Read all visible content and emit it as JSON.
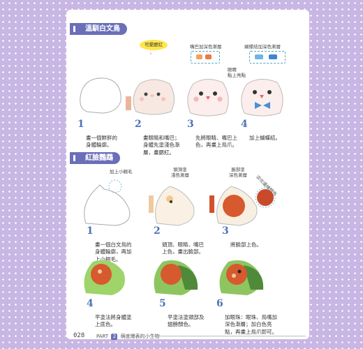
{
  "section1": {
    "title": "溫馴白文鳥",
    "bubble": "可愛腮紅",
    "callout_beak": "嘴巴加深色漸層",
    "callout_bow": "蝴蝶結加深色漸層",
    "callout_eye": "眼睛\n點上亮點",
    "steps": [
      {
        "num": "1",
        "text": "畫一個鮮胖的\n身體輪廓。"
      },
      {
        "num": "2",
        "text": "畫眼睛和嘴巴；\n身體先塗淺色漸\n層，畫腮紅。"
      },
      {
        "num": "3",
        "text": "先將眼睛、嘴巴上\n色，再畫上鳥爪。"
      },
      {
        "num": "4",
        "text": "加上蝴蝶結。"
      }
    ]
  },
  "section2": {
    "title": "紅臉鸚鵡",
    "callout_feather": "加上小翹毛",
    "callout_head": "頭頂塗\n淺色漸層",
    "callout_face": "臉部塗\n深色漸層",
    "callout_fade": "淡化邊緣顏色",
    "steps": [
      {
        "num": "1",
        "text": "畫一個白文鳥的\n身體輪廓，再加\n上小翹毛。"
      },
      {
        "num": "2",
        "text": "頭頂、眼睛、嘴巴\n上色，畫出臉部。"
      },
      {
        "num": "3",
        "text": "將臉部上色。"
      },
      {
        "num": "4",
        "text": "平塗法將身體塗\n上底色。"
      },
      {
        "num": "5",
        "text": "平塗法塗頭部及\n翅膀顏色。"
      },
      {
        "num": "6",
        "text": "加眼珠：眼珠、鳥嘴加\n深色漸層；加白色亮\n點，再畫上鳥爪即可。"
      }
    ]
  },
  "footer": {
    "page_number": "028",
    "part_label": "PART",
    "part_number": "2",
    "chapter": "萌度爆表的小生物"
  },
  "colors": {
    "page_bg": "#c8b6e4",
    "accent": "#6a6fb8",
    "step_num": "#4d73b7",
    "bubble": "#ffe64a",
    "callout_border": "#4fa9c4"
  }
}
